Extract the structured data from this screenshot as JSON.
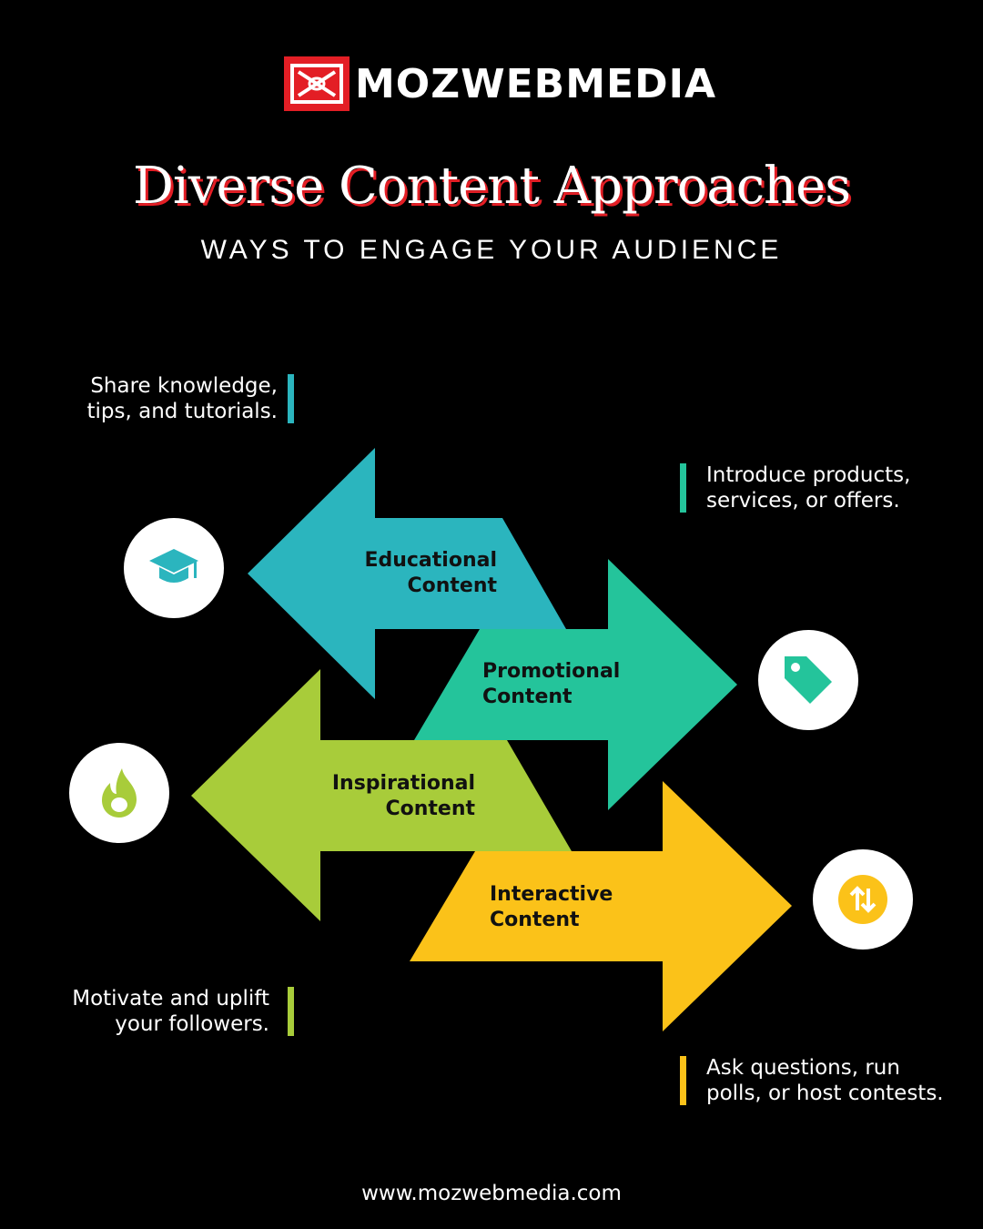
{
  "brand": {
    "name": "MOZWEBMEDIA",
    "accent": "#e31e25"
  },
  "header": {
    "title": "Diverse Content Approaches",
    "subtitle": "WAYS TO ENGAGE YOUR AUDIENCE"
  },
  "items": [
    {
      "label": "Educational Content",
      "description": "Share knowledge,\ntips, and tutorials.",
      "color": "#2bb5be",
      "icon": "graduation-cap-icon",
      "direction": "left"
    },
    {
      "label": "Promotional Content",
      "description": "Introduce products,\nservices, or offers.",
      "color": "#24c49b",
      "icon": "price-tag-icon",
      "direction": "right"
    },
    {
      "label": "Inspirational Content",
      "description": "Motivate and uplift\nyour followers.",
      "color": "#a8cc3a",
      "icon": "flame-icon",
      "direction": "left"
    },
    {
      "label": "Interactive Content",
      "description": "Ask questions, run\npolls, or host contests.",
      "color": "#fbc219",
      "icon": "swap-arrows-icon",
      "direction": "right"
    }
  ],
  "footer": {
    "url": "www.mozwebmedia.com"
  }
}
